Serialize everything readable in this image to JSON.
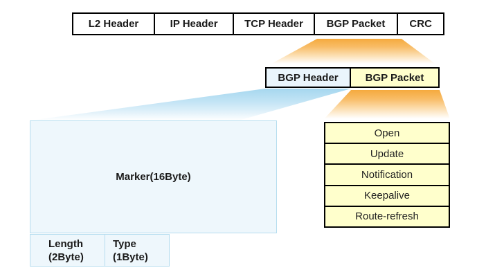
{
  "packet_frame": {
    "cells": [
      "L2 Header",
      "IP Header",
      "TCP Header",
      "BGP Packet",
      "CRC"
    ]
  },
  "bgp_message_row": {
    "cells": [
      "BGP Header",
      "BGP Packet"
    ]
  },
  "bgp_header_fields": {
    "marker": "Marker(16Byte)",
    "length": {
      "line1": "Length",
      "line2": "(2Byte)"
    },
    "type": {
      "line1": "Type",
      "line2": "(1Byte)"
    }
  },
  "bgp_message_types": {
    "items": [
      "Open",
      "Update",
      "Notification",
      "Keepalive",
      "Route-refresh"
    ]
  },
  "colors": {
    "frame_fill": "#ffffff",
    "frame_border": "#000000",
    "bgp_header_fill": "#eaf5fc",
    "yellow_fill": "#ffffcc",
    "marker_fill": "#eef7fc",
    "marker_border": "#b5ddef",
    "funnel_orange": "#f5aa3e",
    "funnel_blue": "#a6d7ef",
    "text": "#1a1a1a"
  }
}
